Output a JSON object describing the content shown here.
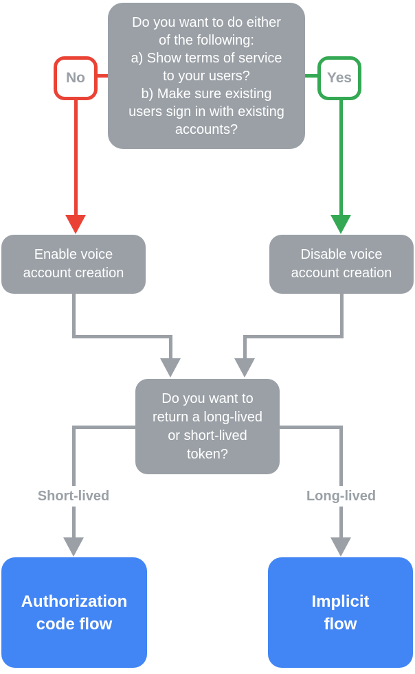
{
  "title": "Voice account linking decision flowchart",
  "colors": {
    "node_gray": "#9AA0A6",
    "result_blue": "#4285F4",
    "no_red": "#EA4335",
    "yes_green": "#34A853",
    "text_white": "#FFFFFF"
  },
  "flowchart": {
    "question1": "Do you want to do either\nof the following:\na) Show terms of service\nto your users?\nb) Make sure existing\nusers sign in with existing\naccounts?",
    "no_label": "No",
    "yes_label": "Yes",
    "enable_node": "Enable voice\naccount creation",
    "disable_node": "Disable voice\naccount creation",
    "question2": "Do you want to\nreturn a long-lived\nor short-lived\ntoken?",
    "short_lived_label": "Short-lived",
    "long_lived_label": "Long-lived",
    "auth_code_node": "Authorization\ncode flow",
    "implicit_node": "Implicit\nflow"
  }
}
